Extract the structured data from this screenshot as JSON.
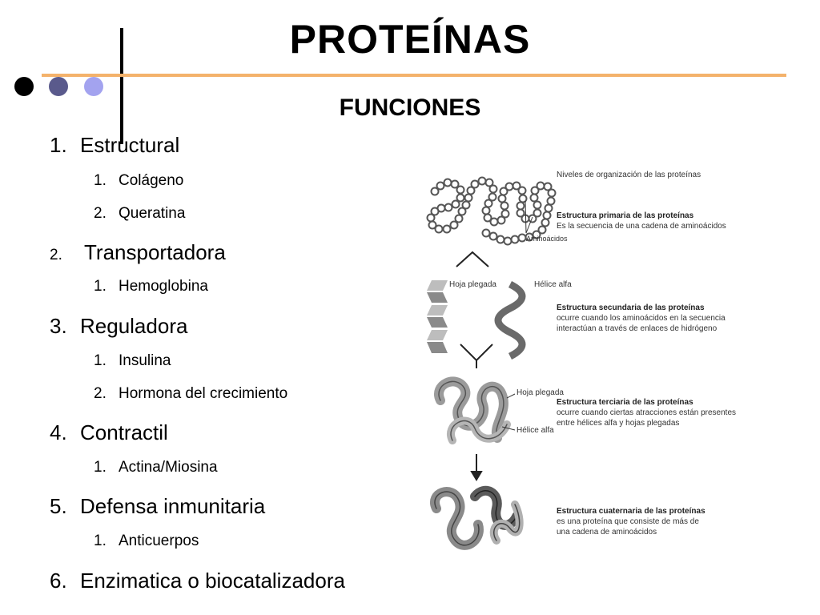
{
  "slide": {
    "title": "PROTEÍNAS",
    "subtitle": "FUNCIONES",
    "colors": {
      "accent_line": "#f4b26b",
      "dot1": "#000000",
      "dot2": "#5a5a8c",
      "dot3": "#a3a3ef"
    }
  },
  "list": [
    {
      "num": "1.",
      "label": "Estructural",
      "sub": [
        {
          "num": "1.",
          "label": "Colágeno"
        },
        {
          "num": "2.",
          "label": "Queratina"
        }
      ]
    },
    {
      "num": "2.",
      "label": "Transportadora",
      "sub": [
        {
          "num": "1.",
          "label": "Hemoglobina"
        }
      ]
    },
    {
      "num": "3.",
      "label": "Reguladora",
      "sub": [
        {
          "num": "1.",
          "label": "Insulina"
        },
        {
          "num": "2.",
          "label": "Hormona del crecimiento"
        }
      ]
    },
    {
      "num": "4.",
      "label": "Contractil",
      "sub": [
        {
          "num": "1.",
          "label": "Actina/Miosina"
        }
      ]
    },
    {
      "num": "5.",
      "label": "Defensa inmunitaria",
      "sub": [
        {
          "num": "1.",
          "label": "Anticuerpos"
        }
      ]
    },
    {
      "num": "6.",
      "label": "Enzimatica o biocatalizadora",
      "sub": []
    }
  ],
  "figure": {
    "header": "Niveles de organización de las proteínas",
    "primary": {
      "title": "Estructura primaria de las proteínas",
      "desc": "Es la secuencia de una cadena de aminoácidos",
      "label": "Aminoácidos"
    },
    "secondary": {
      "title": "Estructura secundaria de las proteínas",
      "desc1": "ocurre cuando los aminoácidos en la secuencia",
      "desc2": "interactúan a través de enlaces de hidrógeno",
      "label_sheet": "Hoja plegada",
      "label_helix": "Hélice alfa"
    },
    "tertiary": {
      "title": "Estructura terciaria de las proteínas",
      "desc1": "ocurre cuando ciertas atracciones están presentes",
      "desc2": "entre hélices alfa y hojas plegadas",
      "label_sheet": "Hoja plegada",
      "label_helix": "Hélice alfa"
    },
    "quaternary": {
      "title": "Estructura cuaternaria de las proteínas",
      "desc1": "es una proteína que consiste de más de",
      "desc2": "una cadena de aminoácidos"
    }
  }
}
